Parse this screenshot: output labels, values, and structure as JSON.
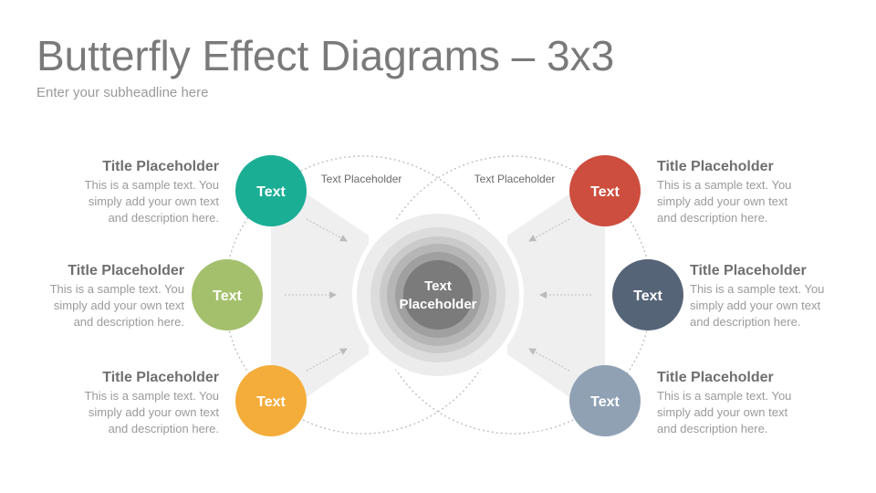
{
  "header": {
    "title": "Butterfly Effect Diagrams – 3x3",
    "subtitle": "Enter your subheadline here"
  },
  "center": {
    "line1": "Text",
    "line2": "Placeholder"
  },
  "arc_labels": {
    "left": "Text Placeholder",
    "right": "Text Placeholder"
  },
  "nodes": [
    {
      "label": "Text",
      "color": "#1aae95"
    },
    {
      "label": "Text",
      "color": "#a4c06c"
    },
    {
      "label": "Text",
      "color": "#f4ad3a"
    },
    {
      "label": "Text",
      "color": "#cd4e3e"
    },
    {
      "label": "Text",
      "color": "#566478"
    },
    {
      "label": "Text",
      "color": "#90a1b4"
    }
  ],
  "blocks": [
    {
      "title": "Title Placeholder",
      "line1": "This is a sample text. You",
      "line2": "simply add your own text",
      "line3": "and description here."
    },
    {
      "title": "Title Placeholder",
      "line1": "This is a sample text. You",
      "line2": "simply add your own text",
      "line3": "and description here."
    },
    {
      "title": "Title Placeholder",
      "line1": "This is a sample text. You",
      "line2": "simply add your own text",
      "line3": "and description here."
    },
    {
      "title": "Title Placeholder",
      "line1": "This is a sample text. You",
      "line2": "simply add your own text",
      "line3": "and description here."
    },
    {
      "title": "Title Placeholder",
      "line1": "This is a sample text. You",
      "line2": "simply add your own text",
      "line3": "and description here."
    },
    {
      "title": "Title Placeholder",
      "line1": "This is a sample text. You",
      "line2": "simply add your own text",
      "line3": "and description here."
    }
  ],
  "colors": {
    "wing": "#efefef",
    "ring_outer": "#e2e2e2",
    "ring_mid1": "#cfcfcf",
    "ring_mid2": "#b9b9b9",
    "ring_mid3": "#a3a3a3",
    "ring_inner": "#8a8a8a",
    "core": "#7a7a7a",
    "dotted": "#c4c4c4",
    "arrow": "#bcbcbc"
  }
}
